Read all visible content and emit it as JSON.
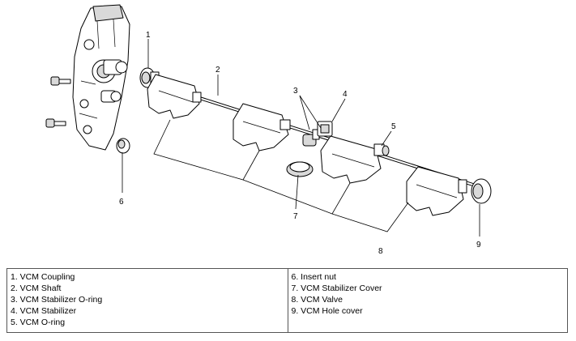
{
  "callouts": [
    "1",
    "2",
    "3",
    "4",
    "5",
    "6",
    "7",
    "8",
    "9"
  ],
  "legend": {
    "left": [
      "1. VCM Coupling",
      "2. VCM Shaft",
      "3. VCM Stabilizer O-ring",
      "4. VCM Stabilizer",
      "5. VCM O-ring"
    ],
    "right": [
      "6. Insert nut",
      "7. VCM Stabilizer Cover",
      "8. VCM Valve",
      "9. VCM Hole cover"
    ]
  }
}
